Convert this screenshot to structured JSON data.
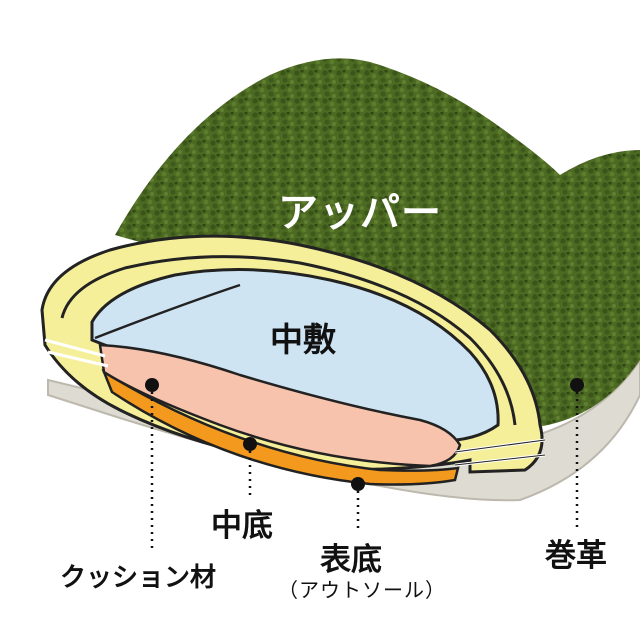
{
  "labels": {
    "upper": "アッパー",
    "insole": "中敷",
    "midsole": "中底",
    "cushion": "クッション材",
    "outsole": "表底",
    "outsole_sub": "（アウトソール）",
    "wrap_leather": "巻革"
  },
  "colors": {
    "background": "#ffffff",
    "upper_green": "#4c6a22",
    "upper_texture": "#3a541a",
    "trim_yellow": "#f6ef9a",
    "trim_outline": "#222222",
    "insole_blue": "#cfe4f3",
    "cushion_pink": "#f7c3ad",
    "midsole_orange": "#f39a1e",
    "outsole_grey": "#dedbd3",
    "label_white": "#ffffff",
    "label_black": "#111111"
  }
}
